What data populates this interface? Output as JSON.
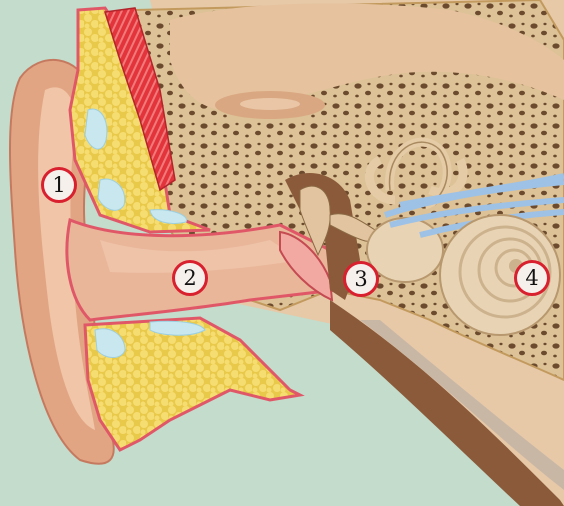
{
  "diagram": {
    "markers": [
      {
        "id": "m1",
        "label": "1"
      },
      {
        "id": "m2",
        "label": "2"
      },
      {
        "id": "m3",
        "label": "3"
      },
      {
        "id": "m4",
        "label": "4"
      }
    ]
  },
  "colors": {
    "background": "#c3dccb",
    "skin": "#e2a583",
    "skin_light": "#f1c5a8",
    "bone": "#dcc296",
    "bone_pore": "#6b4a2e",
    "fat": "#f0d25a",
    "cartilage": "#c8e7ef",
    "membrane": "#e05868",
    "muscle": "#d8343a",
    "ear_canal": "#e9b69a",
    "cochlea": "#e8d4b4",
    "nerve": "#9ec1e6",
    "marker_ring": "#d8202f"
  }
}
